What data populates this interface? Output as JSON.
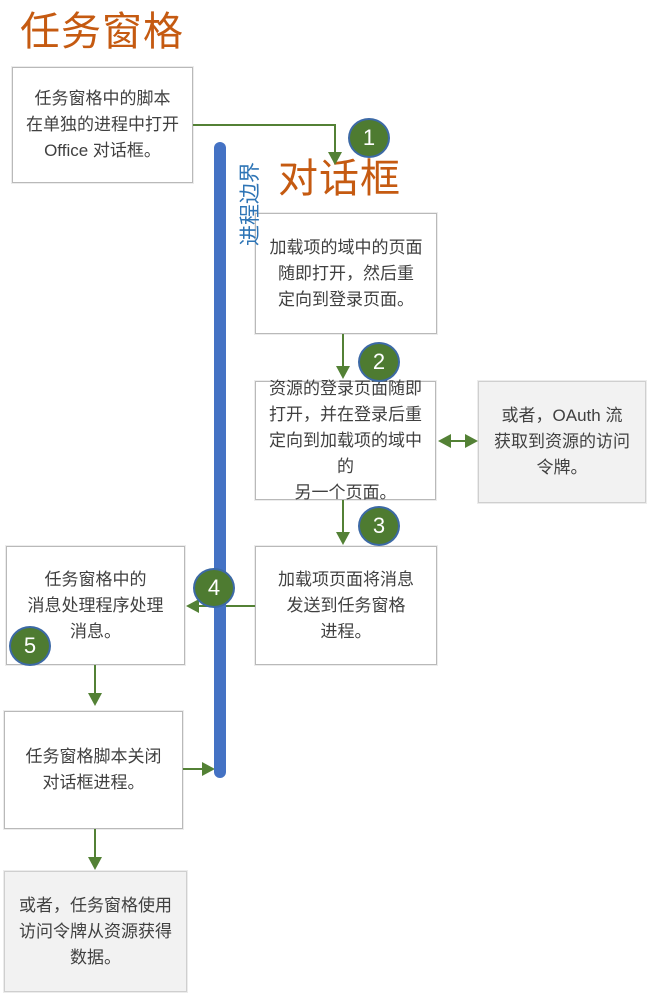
{
  "titles": {
    "task_pane": "任务窗格",
    "dialog": "对话框"
  },
  "process_boundary": {
    "label": "进程边界"
  },
  "boxes": {
    "task_pane_script": "任务窗格中的脚本\n在单独的进程中打开\nOffice 对话框。",
    "addin_page_opens": "加载项的域中的页面\n随即打开，然后重\n定向到登录页面。",
    "resource_signin": "资源的登录页面随即\n打开，并在登录后重\n定向到加载项的域中的\n另一个页面。",
    "oauth_flow": "或者，OAuth 流\n获取到资源的访问\n令牌。",
    "addin_sends_message": "加载项页面将消息\n发送到任务窗格\n进程。",
    "handler_processes_message": "任务窗格中的\n消息处理程序处理\n消息。",
    "script_closes_dialog": "任务窗格脚本关闭\n对话框进程。",
    "task_pane_uses_token": "或者，任务窗格使用\n访问令牌从资源获得\n数据。"
  },
  "step_badges": [
    "1",
    "2",
    "3",
    "4",
    "5"
  ],
  "colors": {
    "title_orange": "#c55a11",
    "process_line_blue": "#4472c4",
    "boundary_label_blue": "#2e75b6",
    "arrow_green": "#538135",
    "circle_fill_green": "#4e7b31",
    "circle_border_blue": "#3c69a5",
    "box_text": "#404040",
    "gray_box_bg": "#f2f2f2"
  }
}
